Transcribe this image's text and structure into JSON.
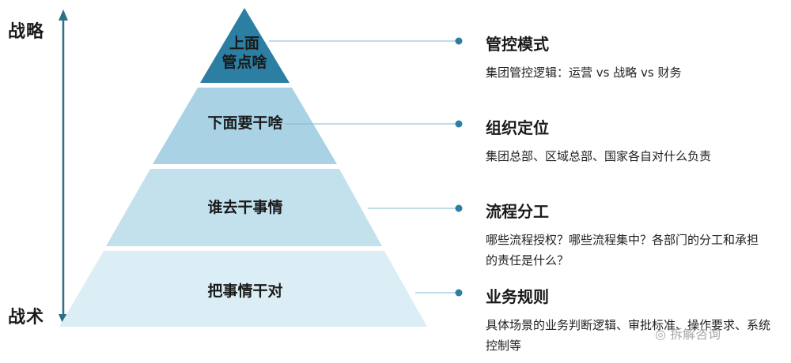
{
  "axis": {
    "top_label": "战略",
    "bottom_label": "战术",
    "color": "#2f6f86"
  },
  "tiers": [
    {
      "label_lines": [
        "上面",
        "管点啥"
      ],
      "title": "管控模式",
      "desc": "集团管控逻辑：运营 vs 战略 vs 财务",
      "color": "#2c7fa3"
    },
    {
      "label_lines": [
        "下面要干啥"
      ],
      "title": "组织定位",
      "desc": "集团总部、区域总部、国家各自对什么负责",
      "color": "#a9d3e4"
    },
    {
      "label_lines": [
        "谁去干事情"
      ],
      "title": "流程分工",
      "desc": "哪些流程授权？哪些流程集中？各部门的分工和承担的责任是什么？",
      "color": "#c3e1ed"
    },
    {
      "label_lines": [
        "把事情干对"
      ],
      "title": "业务规则",
      "desc": "具体场景的业务判断逻辑、审批标准、操作要求、系统控制等",
      "color": "#dbeef5"
    }
  ],
  "connector_color": "#7fb8cf",
  "dot_color": "#2c7fa3",
  "watermark": "拆解咨询"
}
